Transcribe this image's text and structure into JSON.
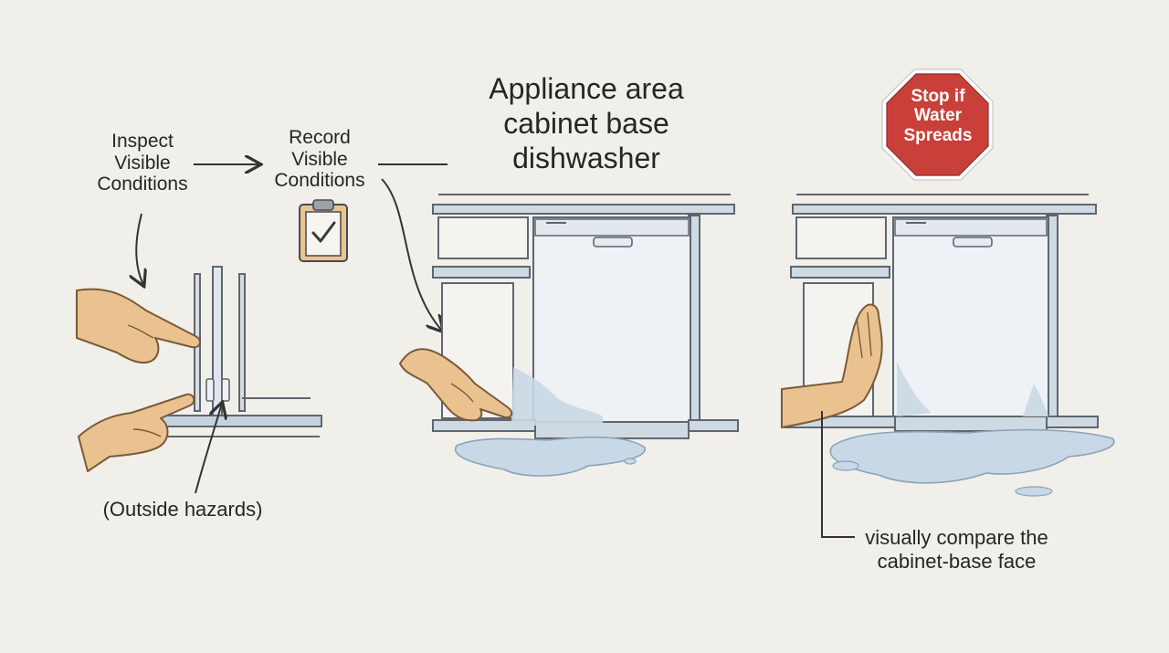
{
  "labels": {
    "inspect": [
      "Inspect",
      "Visible",
      "Conditions"
    ],
    "record": [
      "Record",
      "Visible",
      "Conditions"
    ],
    "title": [
      "Appliance area",
      "cabinet base",
      "dishwasher"
    ],
    "outside": "(Outside hazards)",
    "compare": [
      "visually compare the",
      "cabinet-base face"
    ]
  },
  "stop_sign": {
    "lines": [
      "Stop if",
      "Water",
      "Spreads"
    ],
    "color": "#c9403a"
  },
  "icons": [
    "clipboard-check-icon",
    "pointing-hand-icon",
    "stop-hand-icon",
    "stop-sign-icon"
  ],
  "colors": {
    "background": "#f1efe9",
    "line": "#5e6670",
    "water": "#c9d8e6",
    "skin": "#e9c290"
  }
}
